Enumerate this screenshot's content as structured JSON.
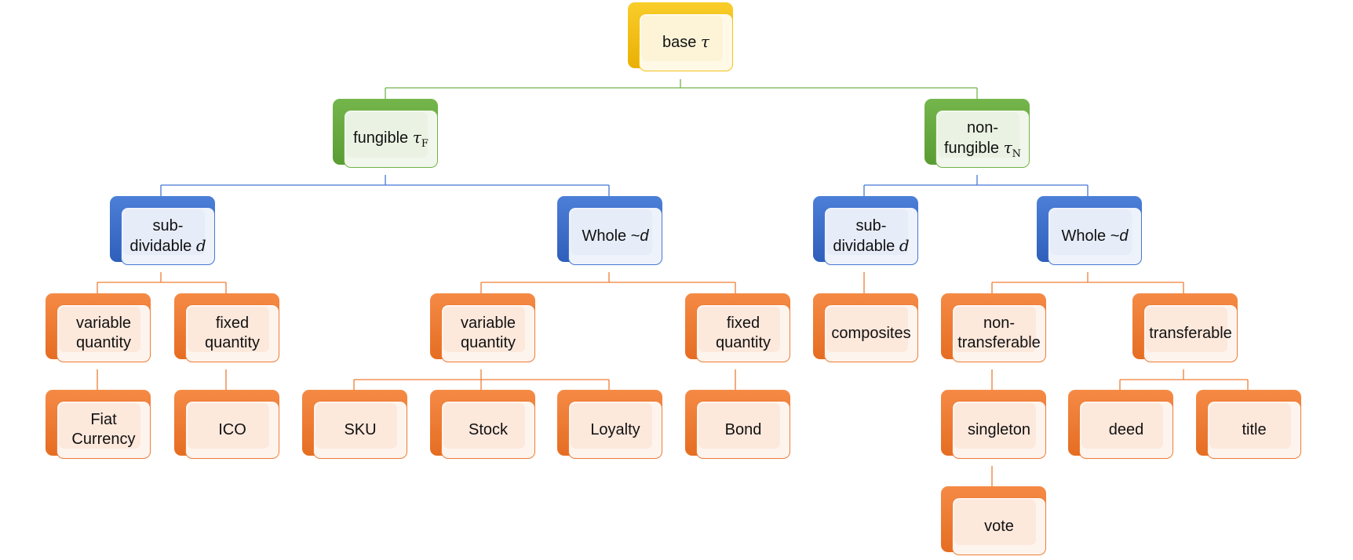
{
  "colors": {
    "yellow": "#f3c318",
    "green": "#72b34a",
    "blue": "#4677d3",
    "orange": "#ef7d35"
  },
  "nodes": {
    "base": {
      "label": "base ",
      "symbol": "τ",
      "subscript": ""
    },
    "fungible": {
      "label": "fungible ",
      "symbol": "τ",
      "subscript": "F"
    },
    "non_fungible": {
      "label": "non-fungible ",
      "symbol": "τ",
      "subscript": "N"
    },
    "f_subdividable": {
      "label": "sub-dividable ",
      "symbol": "d"
    },
    "f_whole": {
      "label": "Whole ~",
      "symbol": "d"
    },
    "n_subdividable": {
      "label": "sub-dividable ",
      "symbol": "d"
    },
    "n_whole": {
      "label": "Whole ~",
      "symbol": "d"
    },
    "f_sub_variable": {
      "label": "variable quantity"
    },
    "f_sub_fixed": {
      "label": "fixed quantity"
    },
    "f_whole_variable": {
      "label": "variable quantity"
    },
    "f_whole_fixed": {
      "label": "fixed quantity"
    },
    "composites": {
      "label": "composites"
    },
    "non_transferable": {
      "label": "non-transferable"
    },
    "transferable": {
      "label": "transferable"
    },
    "fiat": {
      "label": "Fiat Currency"
    },
    "ico": {
      "label": "ICO"
    },
    "sku": {
      "label": "SKU"
    },
    "stock": {
      "label": "Stock"
    },
    "loyalty": {
      "label": "Loyalty"
    },
    "bond": {
      "label": "Bond"
    },
    "singleton": {
      "label": "singleton"
    },
    "deed": {
      "label": "deed"
    },
    "title": {
      "label": "title"
    },
    "vote": {
      "label": "vote"
    }
  }
}
